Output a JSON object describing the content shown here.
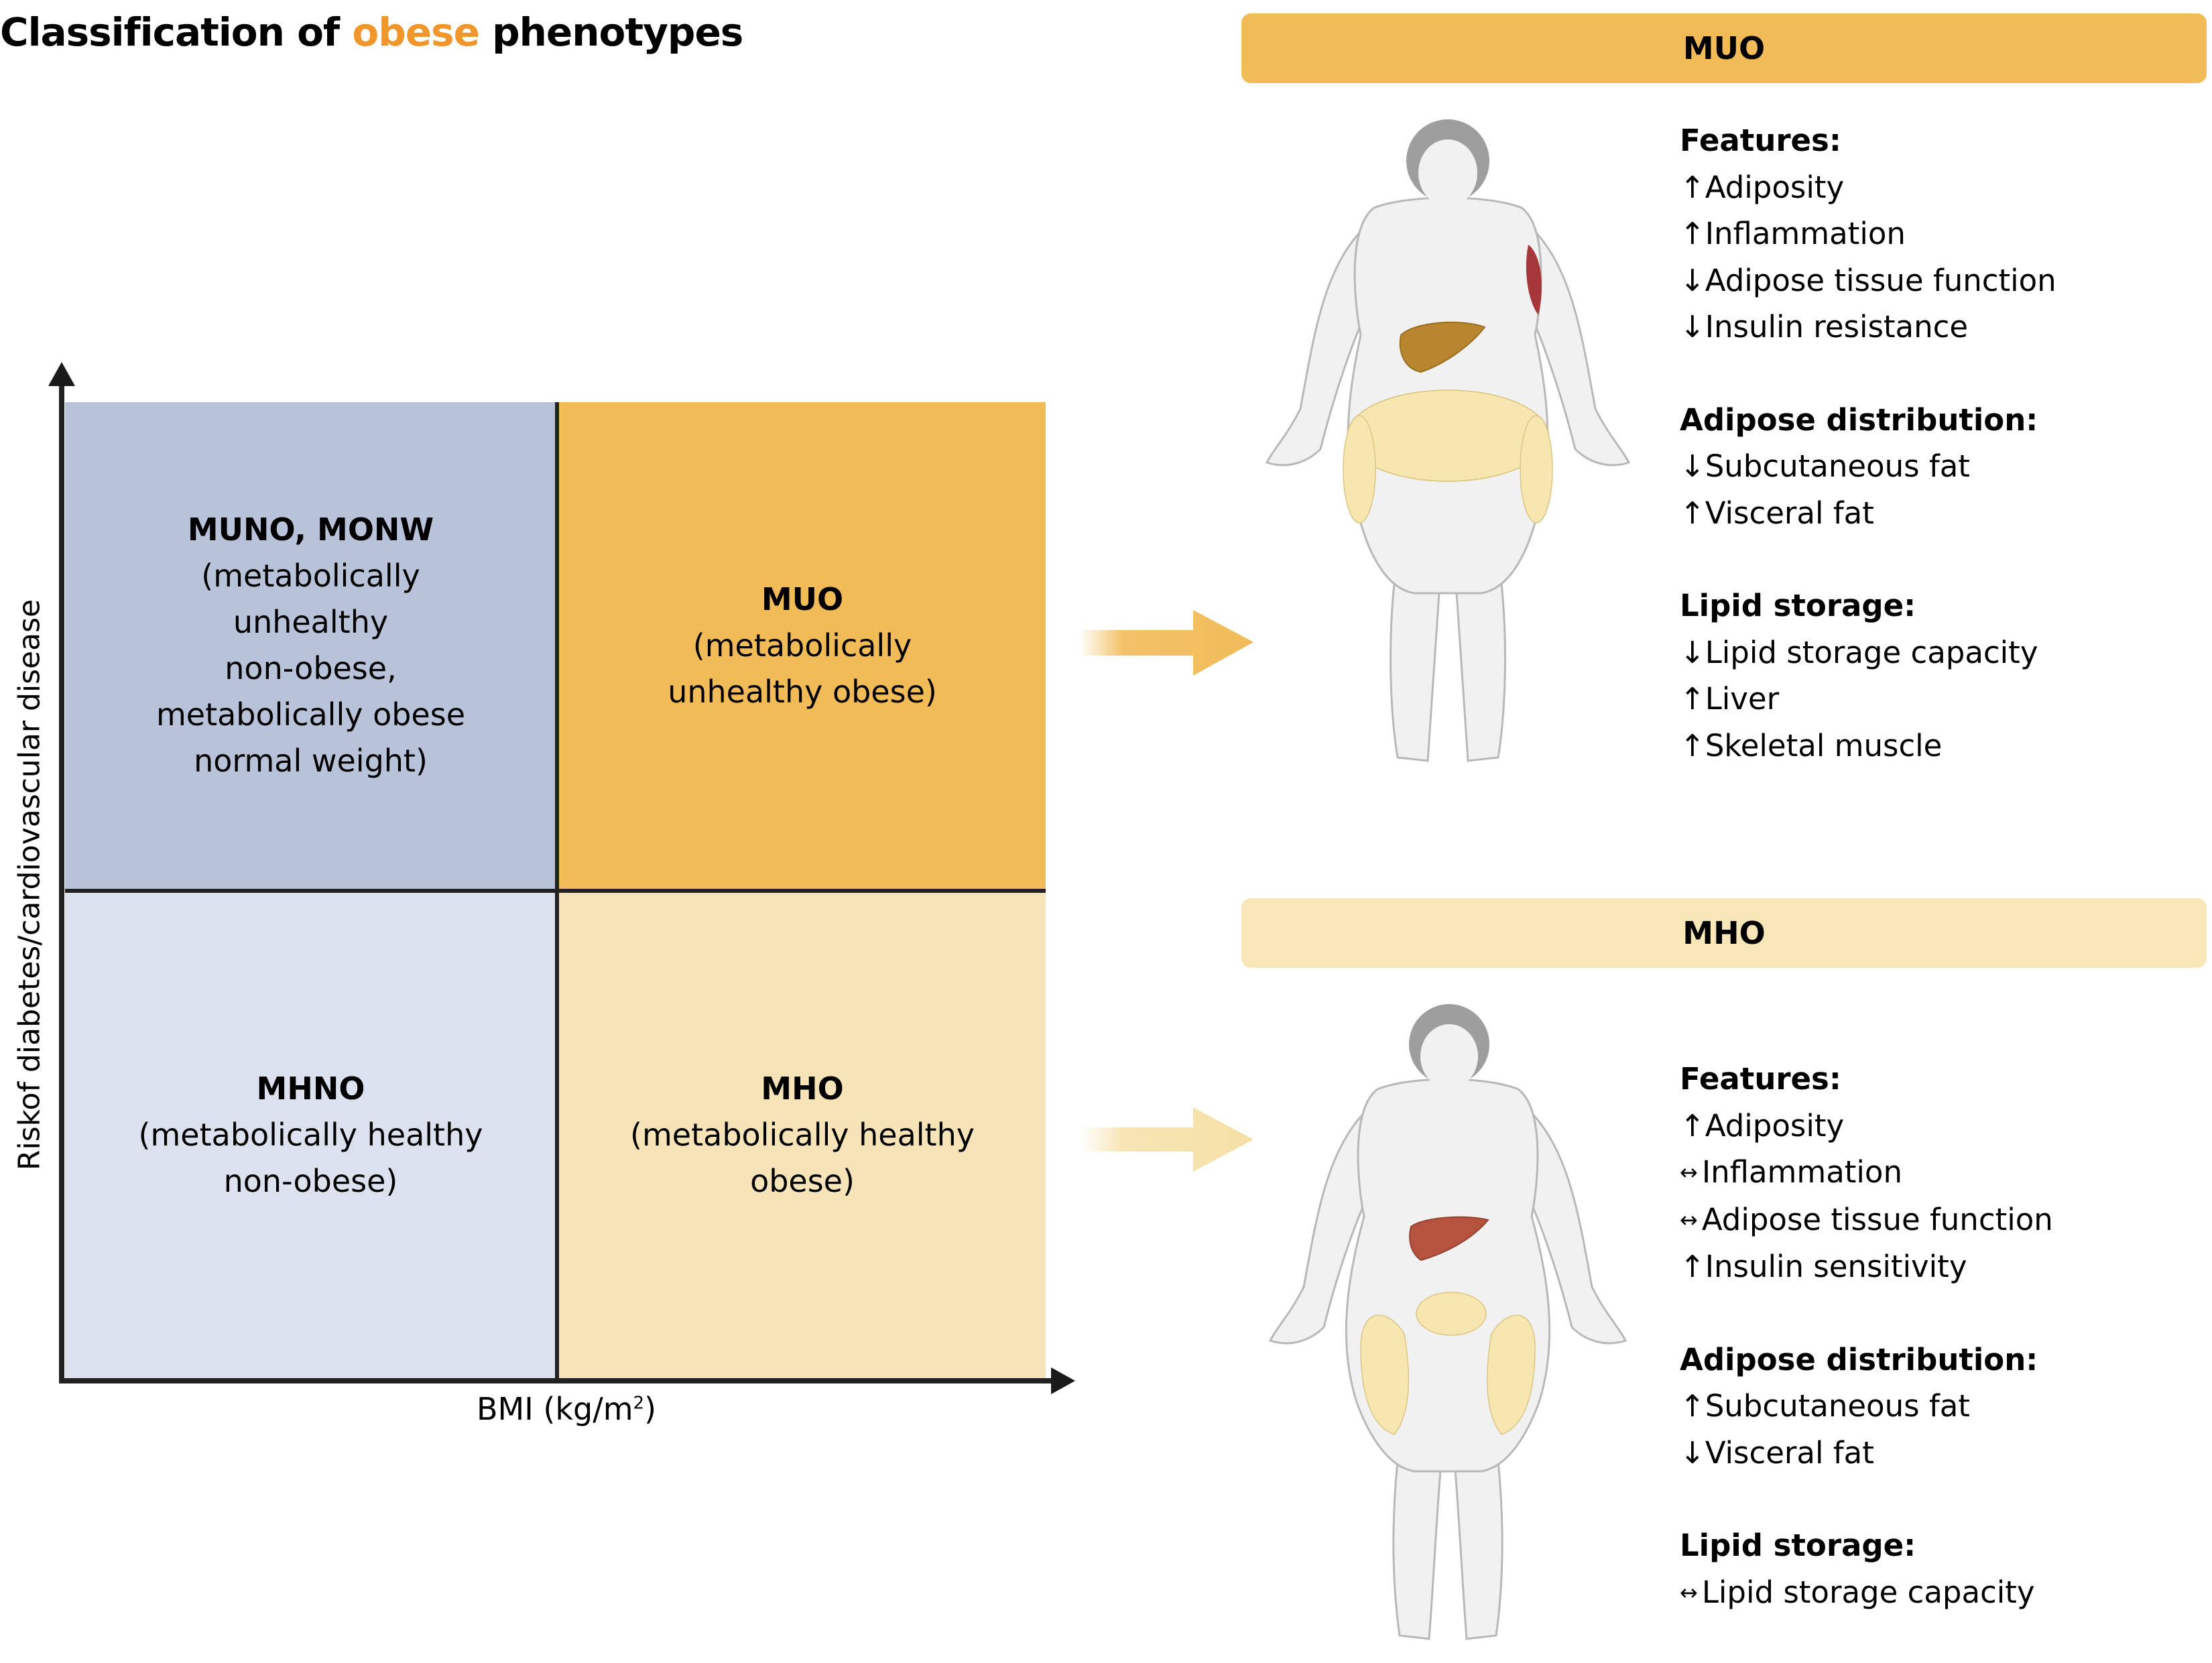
{
  "title": {
    "prefix": "Classification of ",
    "accent_word": "obese",
    "suffix": " phenotypes",
    "accent_color": "#f0962a"
  },
  "colors": {
    "muno_quadrant": "#b8c3da",
    "muo_quadrant": "#f1bb58",
    "mhno_quadrant": "#dbe1ed",
    "mho_quadrant": "#f6e4b8",
    "liver_muo": "#b8862e",
    "liver_mho": "#b5533f",
    "fat_cells": "#f3df9a"
  },
  "axes": {
    "y_label": "Riskof diabetes/cardiovascular disease",
    "x_label": "BMI (kg/m",
    "x_label_sup": "2",
    "x_label_end": ")"
  },
  "quadrants": {
    "top_left": {
      "title": "MUNO, MONW",
      "lines": [
        "(metabolically",
        "unhealthy",
        "non-obese,",
        "metabolically obese",
        "normal weight)"
      ]
    },
    "top_right": {
      "title": "MUO",
      "lines": [
        "(metabolically",
        "unhealthy obese)"
      ]
    },
    "bottom_left": {
      "title": "MHNO",
      "lines": [
        "(metabolically healthy",
        "non-obese)"
      ]
    },
    "bottom_right": {
      "title": "MHO",
      "lines": [
        "(metabolically healthy",
        "obese)"
      ]
    }
  },
  "phenotypes": {
    "muo": {
      "header": "MUO",
      "sections": [
        {
          "heading": "Features:",
          "items": [
            {
              "dir": "↑",
              "text": "Adiposity"
            },
            {
              "dir": "↑",
              "text": "Inflammation"
            },
            {
              "dir": "↓",
              "text": "Adipose tissue function"
            },
            {
              "dir": "↓",
              "text": "Insulin resistance"
            }
          ]
        },
        {
          "heading": "Adipose distribution:",
          "items": [
            {
              "dir": "↓",
              "text": "Subcutaneous fat"
            },
            {
              "dir": "↑",
              "text": "Visceral fat"
            }
          ]
        },
        {
          "heading": "Lipid storage:",
          "items": [
            {
              "dir": "↓",
              "text": "Lipid storage capacity"
            },
            {
              "dir": "↑",
              "text": "Liver"
            },
            {
              "dir": "↑",
              "text": "Skeletal muscle"
            }
          ]
        }
      ]
    },
    "mho": {
      "header": "MHO",
      "sections": [
        {
          "heading": "Features:",
          "items": [
            {
              "dir": "↑",
              "text": "Adiposity"
            },
            {
              "dir": "↔",
              "text": "Inflammation"
            },
            {
              "dir": "↔",
              "text": "Adipose tissue function"
            },
            {
              "dir": "↑",
              "text": "Insulin sensitivity"
            }
          ]
        },
        {
          "heading": "Adipose distribution:",
          "items": [
            {
              "dir": "↑",
              "text": "Subcutaneous fat"
            },
            {
              "dir": "↓",
              "text": "Visceral fat"
            }
          ]
        },
        {
          "heading": "Lipid storage:",
          "items": [
            {
              "dir": "↔",
              "text": "Lipid storage capacity"
            }
          ]
        }
      ]
    }
  }
}
